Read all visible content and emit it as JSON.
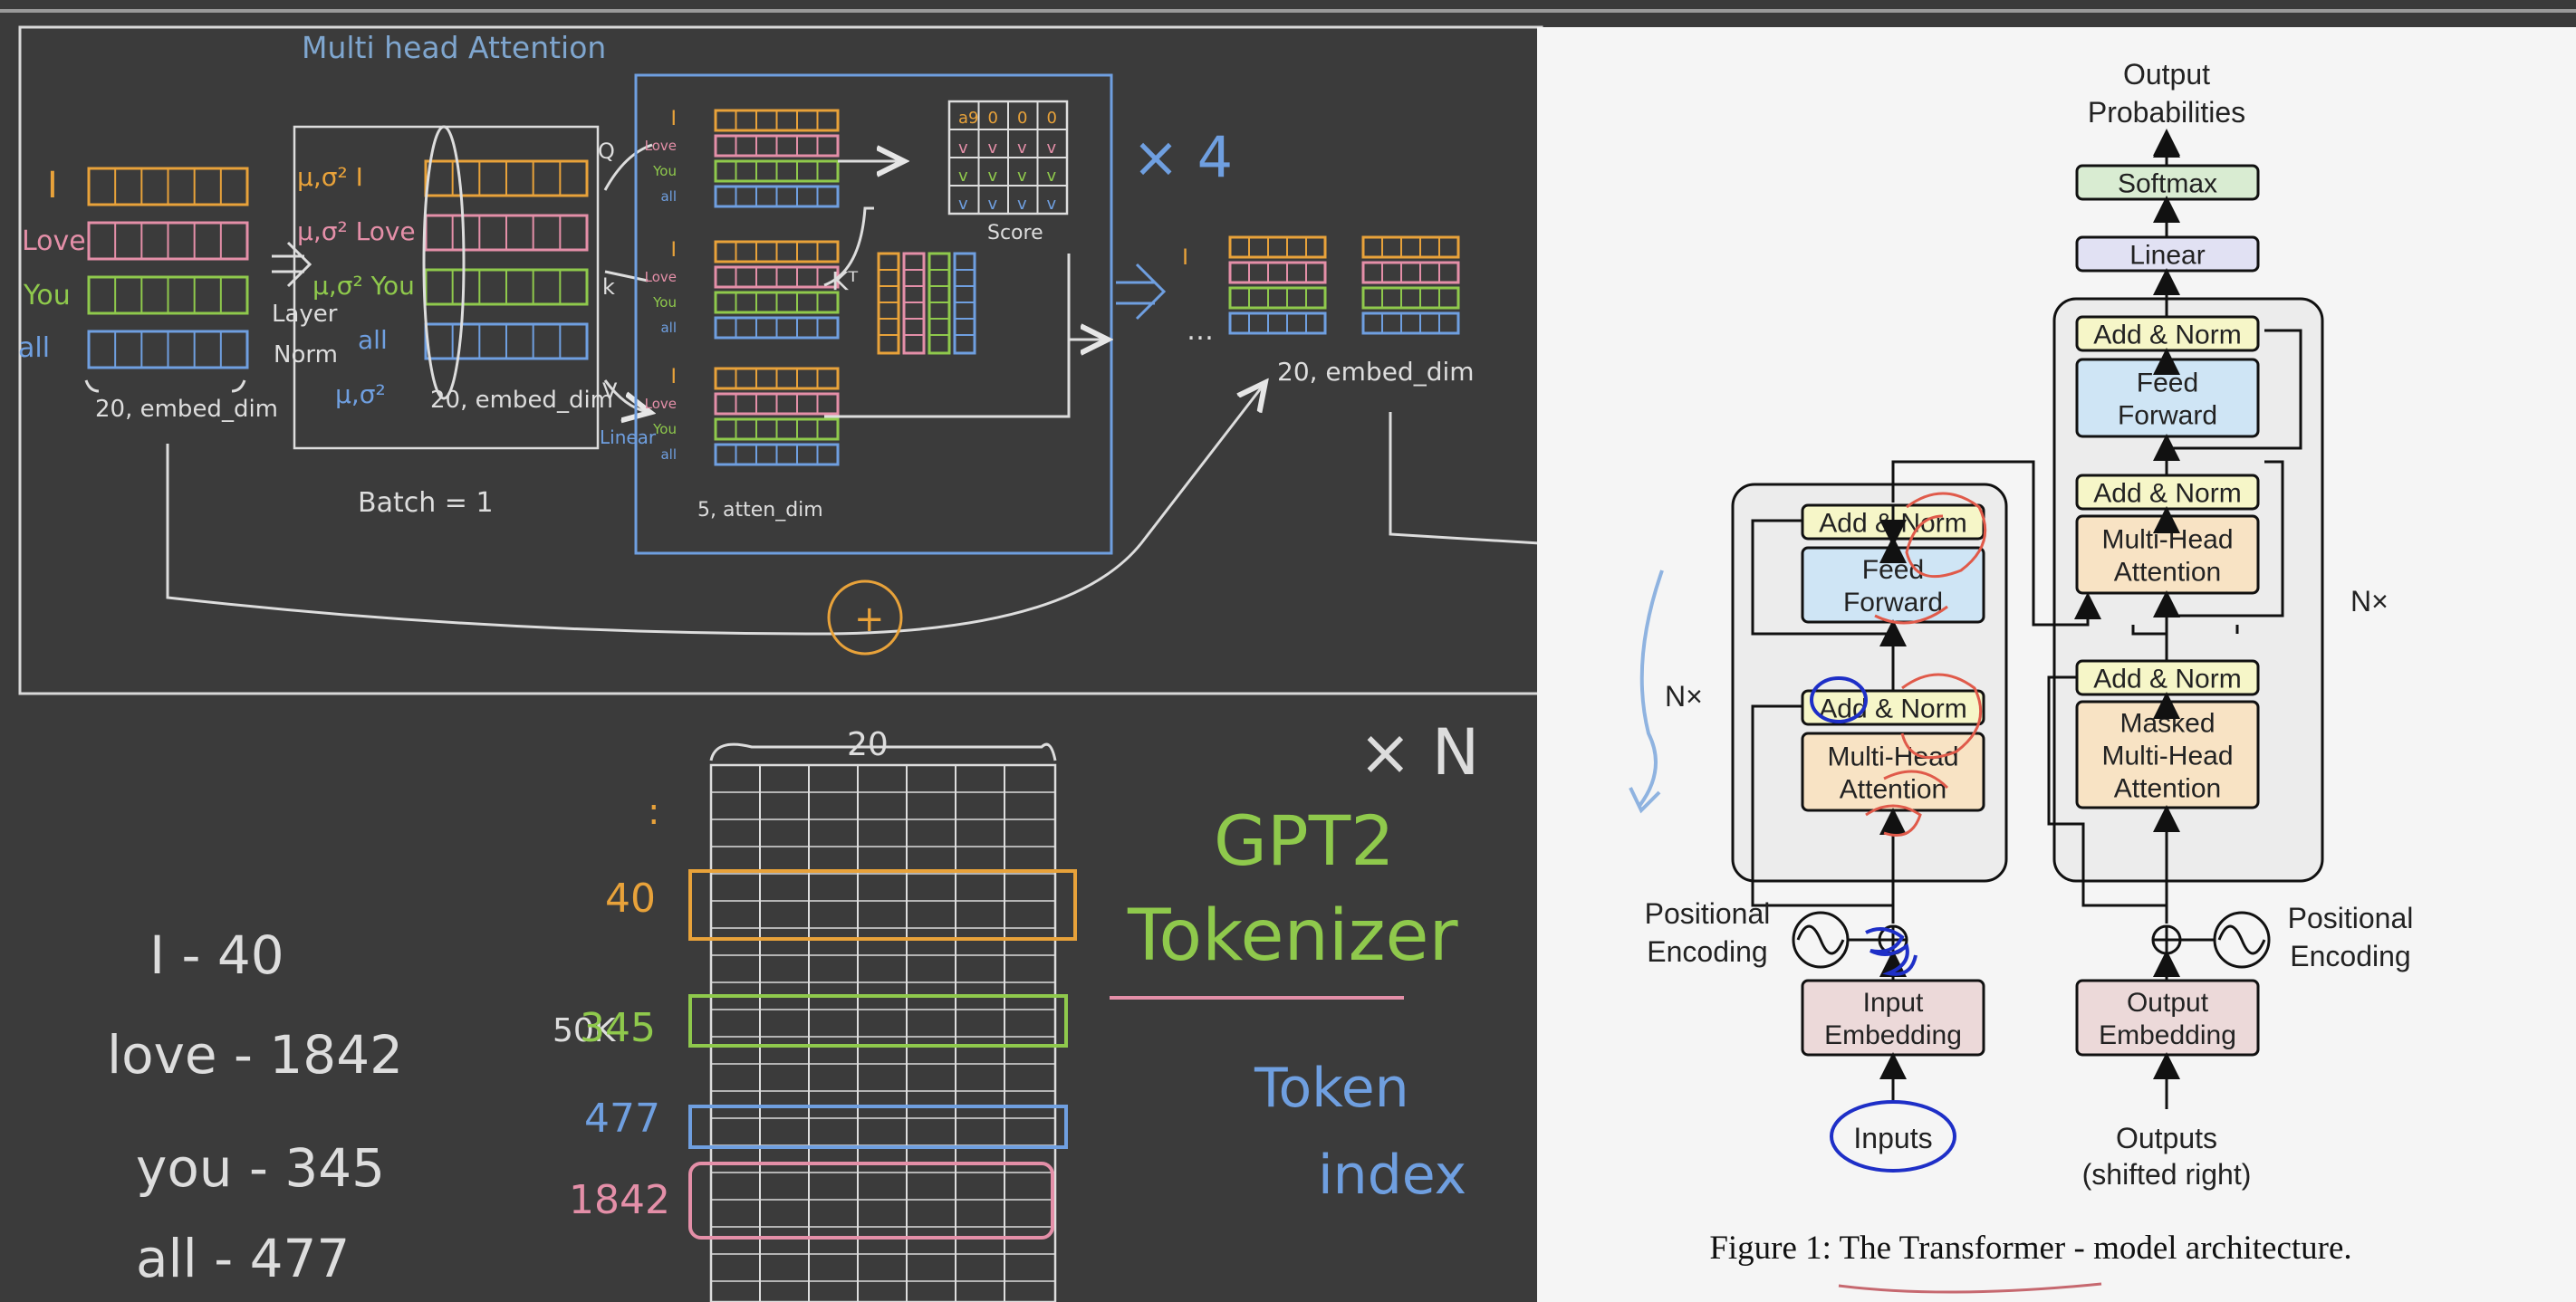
{
  "board": {
    "title": "Multi head Attention",
    "tokens": [
      "I",
      "Love",
      "You",
      "all"
    ],
    "token_colors": [
      "#e8a23a",
      "#e48fa8",
      "#8fc94c",
      "#6f9fe0"
    ],
    "embed_label_left": "20, embed_dim",
    "layer_norm_label": "Layer Norm",
    "mu_sigma_labels": [
      "μ,σ² I",
      "μ,σ² Love",
      "μ,σ² You",
      "all",
      "μ,σ²"
    ],
    "embed_label_norm": "20, embed_dim",
    "batch_label": "Batch = 1",
    "heads_label": "5, atten_dim",
    "kt_label": "Kᵀ",
    "score_label": "Score",
    "score_cells": [
      "a9",
      "0",
      "0",
      "0"
    ],
    "times4": "× 4",
    "out_label": "20, embed_dim",
    "plus_circle": "+",
    "xN": "× N",
    "dim_20": "20",
    "linear_label": "Linear",
    "gpt2_label": "GPT2",
    "tokenizer_label": "Tokenizer",
    "token_index_label": "Token index",
    "vocab_label": "50K",
    "row_ids": [
      "40",
      "345",
      "477",
      "1842"
    ],
    "mapping": [
      "I - 40",
      "love - 1842",
      "you - 345",
      "all - 477"
    ]
  },
  "figure": {
    "output_probabilities": "Output Probabilities",
    "softmax": "Softmax",
    "linear": "Linear",
    "add_norm": "Add & Norm",
    "feed_forward": "Feed Forward",
    "multi_head_attention": "Multi-Head Attention",
    "masked_multi_head_attention": "Masked Multi-Head Attention",
    "nx": "N×",
    "positional_encoding": "Positional Encoding",
    "input_embedding": "Input Embedding",
    "output_embedding": "Output Embedding",
    "inputs": "Inputs",
    "outputs": "Outputs (shifted right)",
    "caption": "Figure 1: The Transformer - model architecture."
  }
}
